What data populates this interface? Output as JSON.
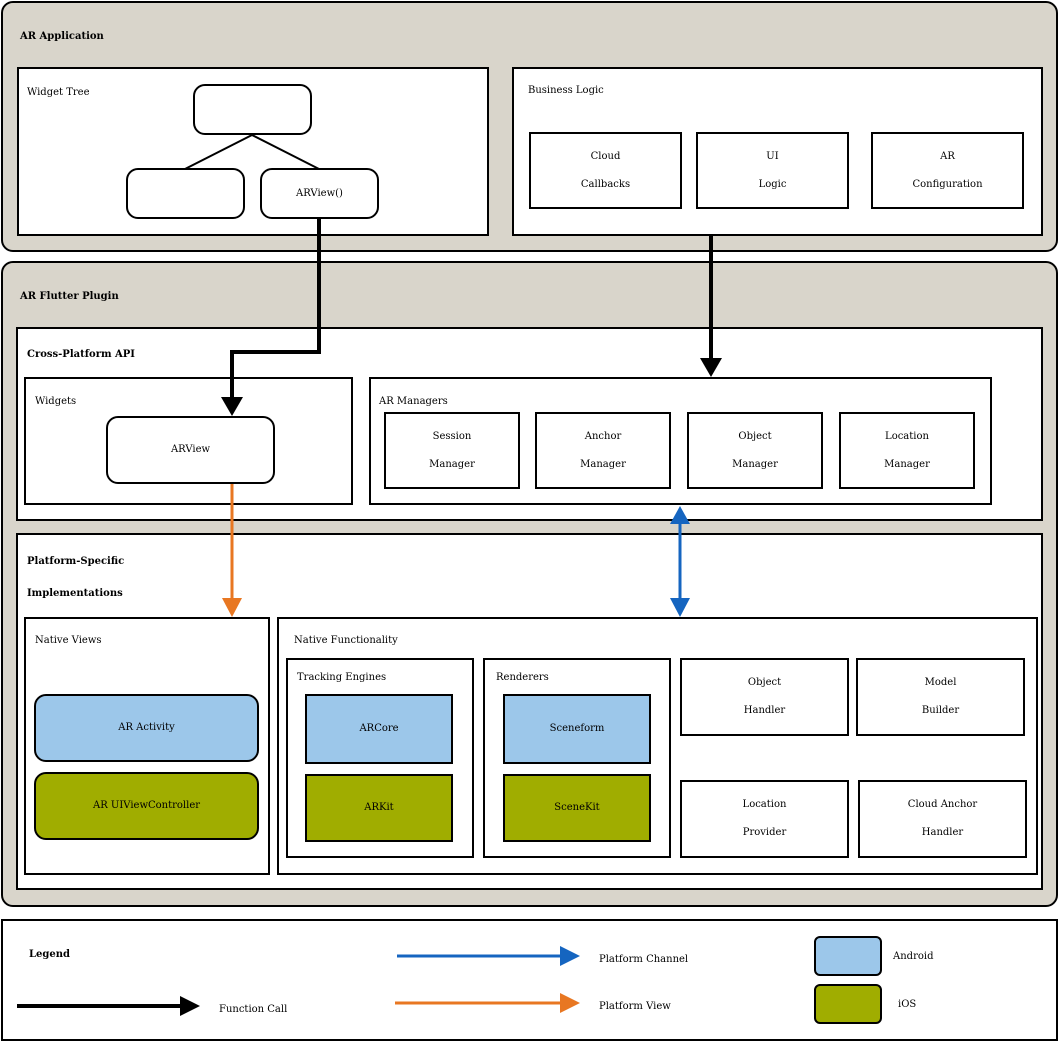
{
  "app": {
    "title": "AR Application",
    "widget_tree": {
      "title": "Widget Tree",
      "nodes": [
        "",
        "",
        "ARView()"
      ]
    },
    "business_logic": {
      "title": "Business Logic",
      "items": [
        {
          "line1": "Cloud",
          "line2": "Callbacks"
        },
        {
          "line1": "UI",
          "line2": "Logic"
        },
        {
          "line1": "AR",
          "line2": "Configuration"
        }
      ]
    }
  },
  "plugin": {
    "title": "AR Flutter Plugin",
    "cross_platform": {
      "title": "Cross-Platform API",
      "widgets": {
        "title": "Widgets",
        "arview": "ARView"
      },
      "managers": {
        "title": "AR Managers",
        "items": [
          {
            "line1": "Session",
            "line2": "Manager"
          },
          {
            "line1": "Anchor",
            "line2": "Manager"
          },
          {
            "line1": "Object",
            "line2": "Manager"
          },
          {
            "line1": "Location",
            "line2": "Manager"
          }
        ]
      }
    },
    "platform_specific": {
      "title_line1": "Platform-Specific",
      "title_line2": "Implementations",
      "native_views": {
        "title": "Native Views",
        "android": "AR Activity",
        "ios": "AR UIViewController"
      },
      "native_functionality": {
        "title": "Native Functionality",
        "tracking": {
          "title": "Tracking Engines",
          "android": "ARCore",
          "ios": "ARKit"
        },
        "renderers": {
          "title": "Renderers",
          "android": "Sceneform",
          "ios": "SceneKit"
        },
        "handlers": [
          {
            "line1": "Object",
            "line2": "Handler"
          },
          {
            "line1": "Model",
            "line2": "Builder"
          },
          {
            "line1": "Location",
            "line2": "Provider"
          },
          {
            "line1": "Cloud Anchor",
            "line2": "Handler"
          }
        ]
      }
    }
  },
  "legend": {
    "title": "Legend",
    "function_call": "Function Call",
    "platform_channel": "Platform Channel",
    "platform_view": "Platform View",
    "android": "Android",
    "ios": "iOS"
  },
  "colors": {
    "android": "#9cc7ea",
    "ios": "#a0ad00",
    "platform_channel": "#1565c0",
    "platform_view": "#e87722",
    "function_call": "#000000",
    "outer_background": "#d9d5cb"
  }
}
